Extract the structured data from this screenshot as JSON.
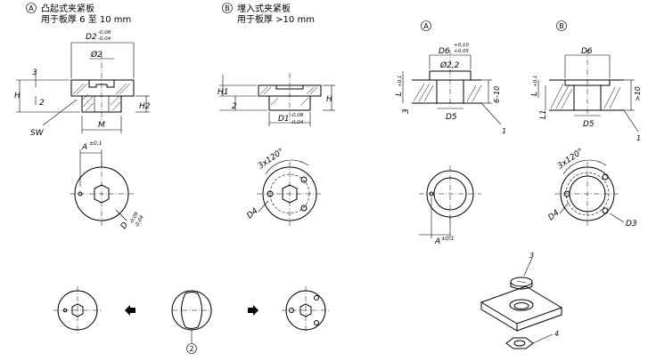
{
  "variant_a": {
    "marker": "A",
    "title": "凸起式夹紧板",
    "subtitle": "用于板厚 6 至 10 mm"
  },
  "variant_b": {
    "marker": "B",
    "title": "埋入式夹紧板",
    "subtitle": "用于板厚 >10 mm"
  },
  "labels": {
    "d2": "D2",
    "d2_tol_upper": "-0,08",
    "d2_tol_lower": "-0,04",
    "o2": "Ø2",
    "dim_3": "3",
    "dim_h": "H",
    "dim_2": "2",
    "dim_h2": "H2",
    "sw": "SW",
    "m": "M",
    "dim_a": "A",
    "a_tol": "±0,1",
    "d_label": "D",
    "d_tol_upper": "-0,08",
    "d_tol_lower": "-0,04",
    "h1": "H1",
    "d1": "D1",
    "d1_tol_upper": "-0,08",
    "d1_tol_lower": "-0,04",
    "angle": "3x120°",
    "d4": "D4",
    "d6": "D6",
    "d6_tol_upper": "+0,10",
    "d6_tol_lower": "+0,05",
    "o22": "Ø2,2",
    "l": "L",
    "l_tol": "+0,1",
    "d5": "D5",
    "range_6_10": "6–10",
    "callout_1": "1",
    "l1": "L1",
    "gt10": ">10",
    "d3": "D3",
    "callout_2": "2",
    "callout_3": "3",
    "callout_4": "4"
  }
}
